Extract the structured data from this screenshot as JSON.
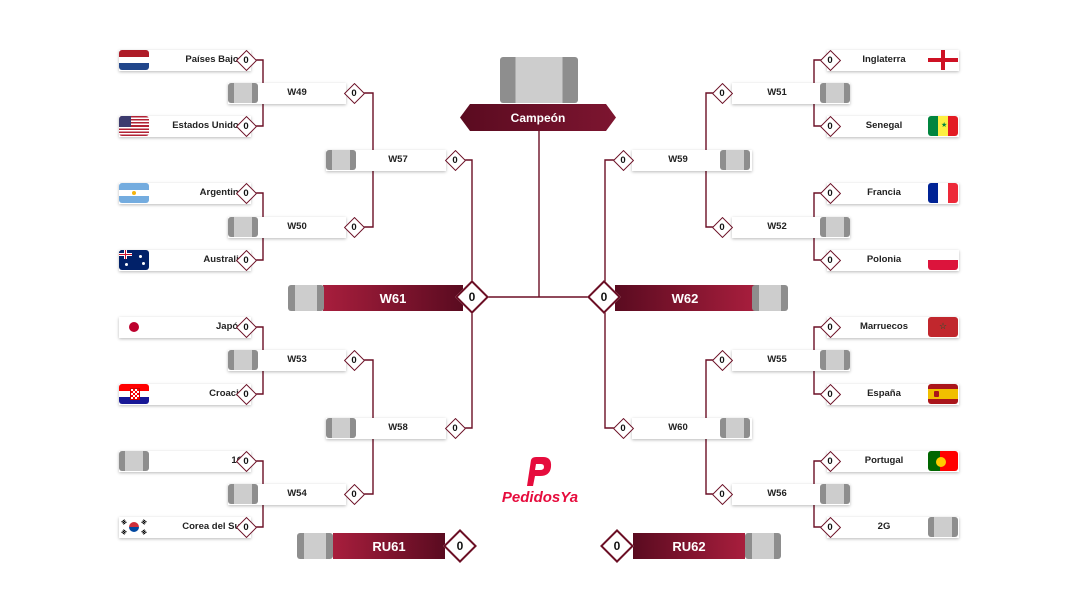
{
  "title": "Campeón",
  "brand": "PedidosYa",
  "colors": {
    "accent": "#6b0f25",
    "brand_red": "#e60c3d"
  },
  "left": {
    "teams": [
      {
        "name": "Países Bajos",
        "score": "0",
        "flag": "netherlands"
      },
      {
        "name": "Estados Unidos",
        "score": "0",
        "flag": "usa"
      },
      {
        "name": "Argentina",
        "score": "0",
        "flag": "argentina"
      },
      {
        "name": "Australia",
        "score": "0",
        "flag": "australia"
      },
      {
        "name": "Japón",
        "score": "0",
        "flag": "japan"
      },
      {
        "name": "Croacia",
        "score": "0",
        "flag": "croatia"
      },
      {
        "name": "1G",
        "score": "0",
        "flag": "placeholder"
      },
      {
        "name": "Corea del Sur",
        "score": "0",
        "flag": "south-korea"
      }
    ],
    "round16": [
      {
        "label": "W49",
        "score": "0"
      },
      {
        "label": "W50",
        "score": "0"
      },
      {
        "label": "W53",
        "score": "0"
      },
      {
        "label": "W54",
        "score": "0"
      }
    ],
    "quarters": [
      {
        "label": "W57",
        "score": "0"
      },
      {
        "label": "W58",
        "score": "0"
      }
    ],
    "semi": {
      "label": "W61",
      "score": "0"
    },
    "third": {
      "label": "RU61",
      "score": "0"
    }
  },
  "right": {
    "teams": [
      {
        "name": "Inglaterra",
        "score": "0",
        "flag": "england"
      },
      {
        "name": "Senegal",
        "score": "0",
        "flag": "senegal"
      },
      {
        "name": "Francia",
        "score": "0",
        "flag": "france"
      },
      {
        "name": "Polonia",
        "score": "0",
        "flag": "poland"
      },
      {
        "name": "Marruecos",
        "score": "0",
        "flag": "morocco"
      },
      {
        "name": "España",
        "score": "0",
        "flag": "spain"
      },
      {
        "name": "Portugal",
        "score": "0",
        "flag": "portugal"
      },
      {
        "name": "2G",
        "score": "0",
        "flag": "placeholder"
      }
    ],
    "round16": [
      {
        "label": "W51",
        "score": "0"
      },
      {
        "label": "W52",
        "score": "0"
      },
      {
        "label": "W55",
        "score": "0"
      },
      {
        "label": "W56",
        "score": "0"
      }
    ],
    "quarters": [
      {
        "label": "W59",
        "score": "0"
      },
      {
        "label": "W60",
        "score": "0"
      }
    ],
    "semi": {
      "label": "W62",
      "score": "0"
    },
    "third": {
      "label": "RU62",
      "score": "0"
    }
  }
}
